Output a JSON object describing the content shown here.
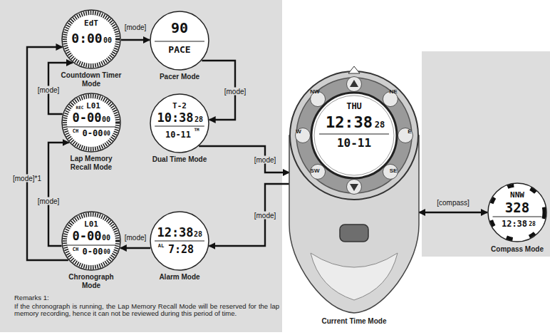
{
  "diagram": {
    "nodes": [
      {
        "text": [
          "EdT",
          "0:00",
          "00",
          "Countdown Timer Mode"
        ]
      },
      {
        "text": [
          "90",
          "PACE",
          "Pacer Mode"
        ]
      },
      {
        "text": [
          "REC",
          "L01",
          "0-00",
          "00",
          "CH",
          "0-00",
          "00",
          "Lap Memory Recall Mode"
        ]
      },
      {
        "text": [
          "T-2",
          "10:38",
          "28",
          "TM",
          "10-11",
          "Dual Time Mode"
        ]
      },
      {
        "text": [
          "THU",
          "12:38",
          "28",
          "10-11",
          "Current Time Mode"
        ]
      },
      {
        "text": [
          "NNW",
          "328",
          "12:38",
          "28",
          "Compass Mode"
        ]
      },
      {
        "text": [
          "L01",
          "0-00",
          "00",
          "CH",
          "0-00",
          "00",
          "Chronograph Mode"
        ]
      },
      {
        "text": [
          "12:38",
          "28",
          "AL",
          "7:28",
          "Alarm Mode"
        ]
      }
    ],
    "edges": [
      {
        "from": 0,
        "to": 1,
        "arrow": "to",
        "label": "[mode]"
      },
      {
        "from": 1,
        "to": 3,
        "arrow": "to",
        "label": "[mode]"
      },
      {
        "from": 3,
        "to": 4,
        "arrow": "to",
        "label": "[mode]"
      },
      {
        "from": 4,
        "to": 7,
        "arrow": "to",
        "label": "[mode]"
      },
      {
        "from": 7,
        "to": 6,
        "arrow": "to",
        "label": "[mode]"
      },
      {
        "from": 6,
        "to": 2,
        "arrow": "to",
        "label": "[mode]"
      },
      {
        "from": 2,
        "to": 0,
        "arrow": "to",
        "label": "[mode]"
      },
      {
        "from": 6,
        "to": 0,
        "arrow": "to",
        "label": "[mode]*1"
      },
      {
        "from": 4,
        "to": 5,
        "arrow": "both",
        "label": "[compass]"
      }
    ],
    "labels": [
      "NW",
      "NE",
      "W",
      "E",
      "SW",
      "SE",
      "Remarks 1:",
      "If the chronograph is running, the Lap Memory Recall Mode will be reserved for the lap memory recording, hence it can not be reviewed during this period of time."
    ]
  }
}
